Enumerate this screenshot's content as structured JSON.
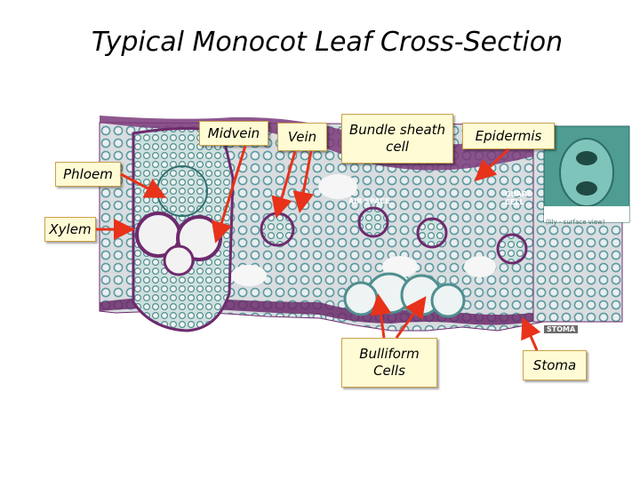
{
  "title": "Typical Monocot Leaf Cross-Section",
  "labels": {
    "midvein": "Midvein",
    "vein": "Vein",
    "bundle_sheath": "Bundle sheath cell",
    "epidermis": "Epidermis",
    "phloem": "Phloem",
    "xylem": "Xylem",
    "bulliform": "Bulliform Cells",
    "stoma": "Stoma"
  },
  "inset_labels": {
    "air_space": "AIR SPACE",
    "guard_cell": "GUARD CELL",
    "stoma": "STOMA",
    "stoma_caption": "(lily - surface view)",
    "stoma_bottom": "STOMA"
  },
  "colors": {
    "arrow": "#e8321a",
    "label_bg": "#fffbd4",
    "label_border": "#c9a14a",
    "tissue_purple": "#6e2a6e",
    "tissue_teal": "#5aa6a0",
    "background_tissue": "#dfe3e6"
  }
}
